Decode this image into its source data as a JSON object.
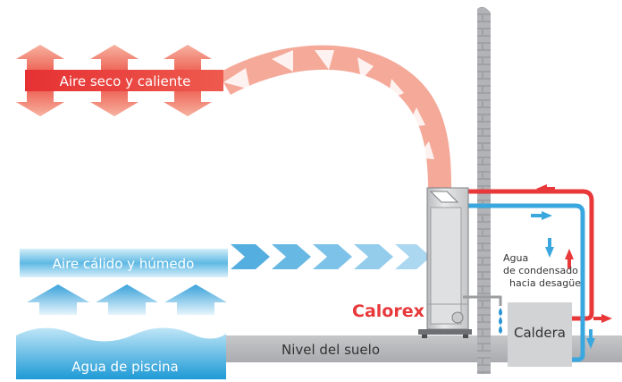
{
  "labels": {
    "hot_dry_air": "Aire seco y caliente",
    "warm_humid_air": "Aire cálido y húmedo",
    "pool_water": "Agua de piscina",
    "ground_level": "Nivel del suelo",
    "condensate": [
      "Agua",
      "de condensado",
      "hacia desagüe"
    ],
    "brand": "Calorex",
    "boiler": "Caldera"
  },
  "colors": {
    "hot": "#e8383a",
    "cold": "#3aa7df",
    "wall": "#9ea0a3",
    "ground": "#b3b5b8",
    "unit": "#d0d2d4",
    "boiler_box": "#d2d3d5",
    "brand": "#e8383a"
  },
  "icons": {
    "dehumidifier": "dehumidifier-unit-icon",
    "droplet": "water-drop-icon",
    "flow_arrow": "flow-arrow-icon"
  }
}
